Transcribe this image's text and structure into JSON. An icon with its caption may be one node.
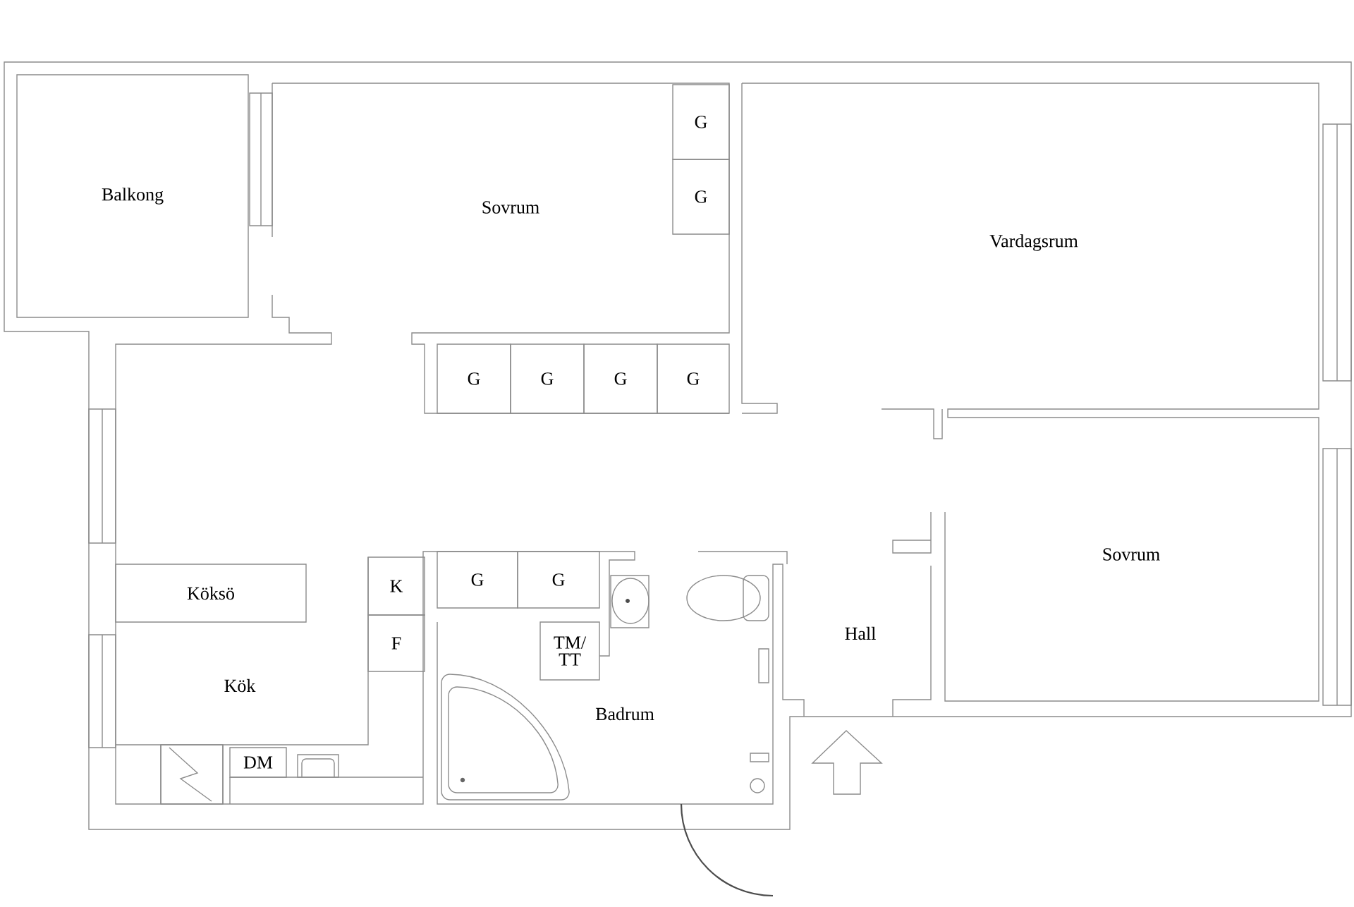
{
  "diagram": {
    "nodes": [
      {
        "text": [
          "Balkong"
        ]
      },
      {
        "text": [
          "G"
        ]
      },
      {
        "text": [
          "G"
        ]
      },
      {
        "text": [
          "G"
        ]
      },
      {
        "text": [
          "G"
        ]
      },
      {
        "text": [
          "G"
        ]
      },
      {
        "text": [
          "G"
        ]
      },
      {
        "text": [
          "Köksö"
        ]
      },
      {
        "text": [
          "K"
        ]
      },
      {
        "text": [
          "G"
        ]
      },
      {
        "text": [
          "G"
        ]
      },
      {
        "text": [
          "F"
        ]
      },
      {
        "text": [
          "TM/ TT"
        ]
      },
      {
        "text": [
          "DM"
        ]
      }
    ],
    "edges": [],
    "labels": [
      "Sovrum",
      "Vardagsrum",
      "Sovrum",
      "Hall",
      "Kök",
      "Badrum"
    ]
  }
}
